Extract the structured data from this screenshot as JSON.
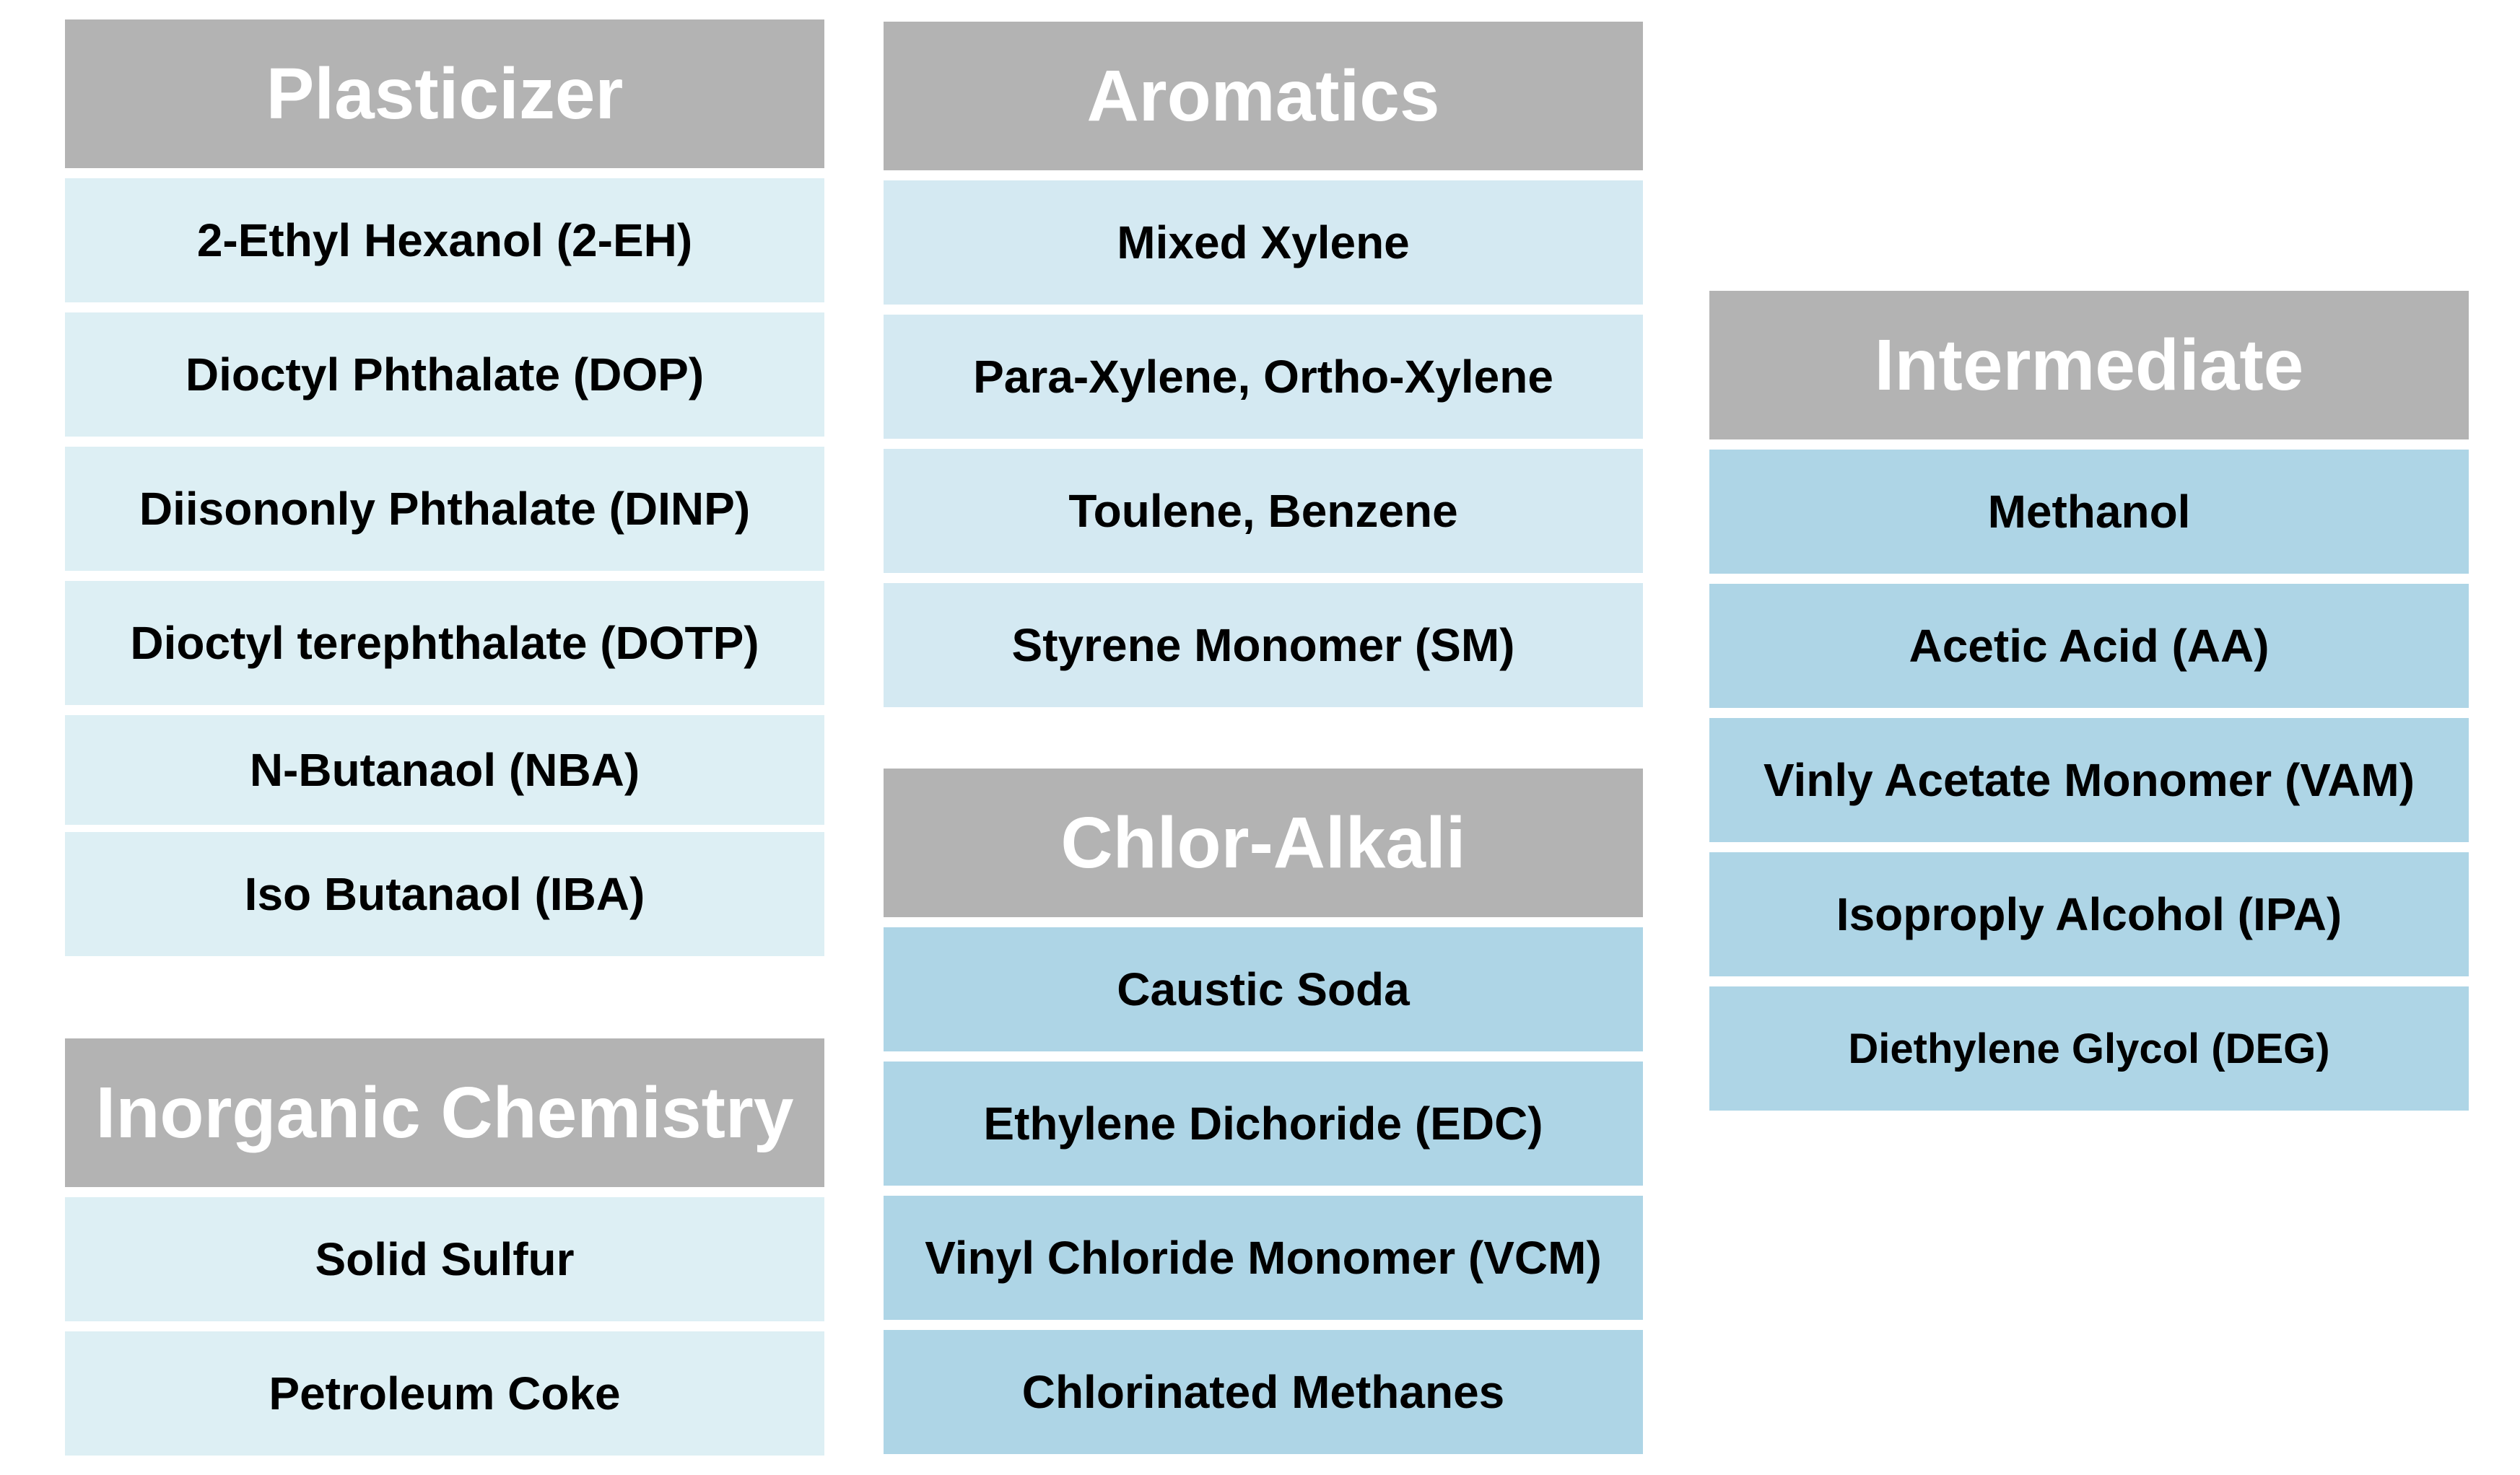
{
  "colors": {
    "header_bg": "#b3b3b3",
    "header_text": "#ffffff",
    "item_light": "#ddeff4",
    "item_mid": "#d4e9f2",
    "item_blue": "#aed5e6"
  },
  "plasticizer": {
    "title": "Plasticizer",
    "items": [
      "2-Ethyl Hexanol (2-EH)",
      "Dioctyl Phthalate (DOP)",
      "Diisononly Phthalate (DINP)",
      "Dioctyl terephthalate (DOTP)",
      "N-Butanaol (NBA)",
      "Iso Butanaol (IBA)"
    ]
  },
  "inorganic": {
    "title": "Inorganic Chemistry",
    "items": [
      "Solid Sulfur",
      "Petroleum Coke"
    ]
  },
  "aromatics": {
    "title": "Aromatics",
    "items": [
      "Mixed Xylene",
      "Para-Xylene, Ortho-Xylene",
      "Toulene, Benzene",
      "Styrene Monomer (SM)"
    ]
  },
  "chlor_alkali": {
    "title": "Chlor-Alkali",
    "items": [
      "Caustic Soda",
      "Ethylene Dichoride (EDC)",
      "Vinyl Chloride Monomer (VCM)",
      "Chlorinated Methanes"
    ]
  },
  "intermediate": {
    "title": "Intermediate",
    "items": [
      "Methanol",
      "Acetic Acid (AA)",
      "Vinly Acetate Monomer (VAM)",
      "Isoproply Alcohol (IPA)",
      "Diethylene Glycol (DEG)"
    ]
  }
}
